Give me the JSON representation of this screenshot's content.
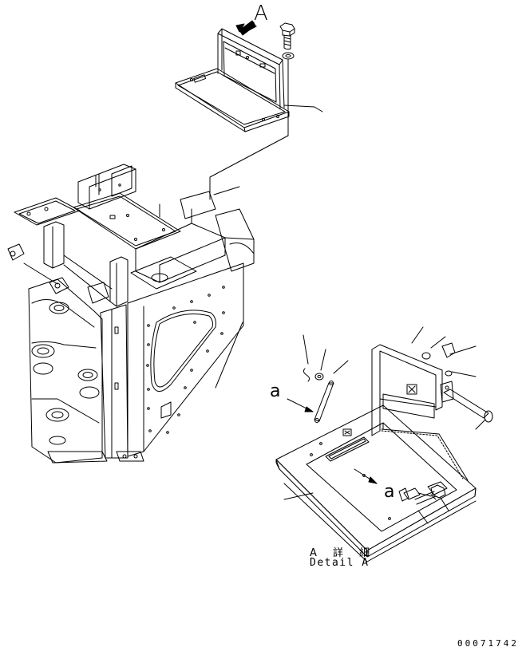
{
  "drawing": {
    "view_label": "A",
    "arrow_label_top": "a",
    "arrow_label_bottom": "a",
    "detail_caption_jp": "A 詳 細",
    "detail_caption_en": "Detail A",
    "drawing_number": "00071742"
  },
  "colors": {
    "line": "#000000",
    "background": "#ffffff"
  }
}
